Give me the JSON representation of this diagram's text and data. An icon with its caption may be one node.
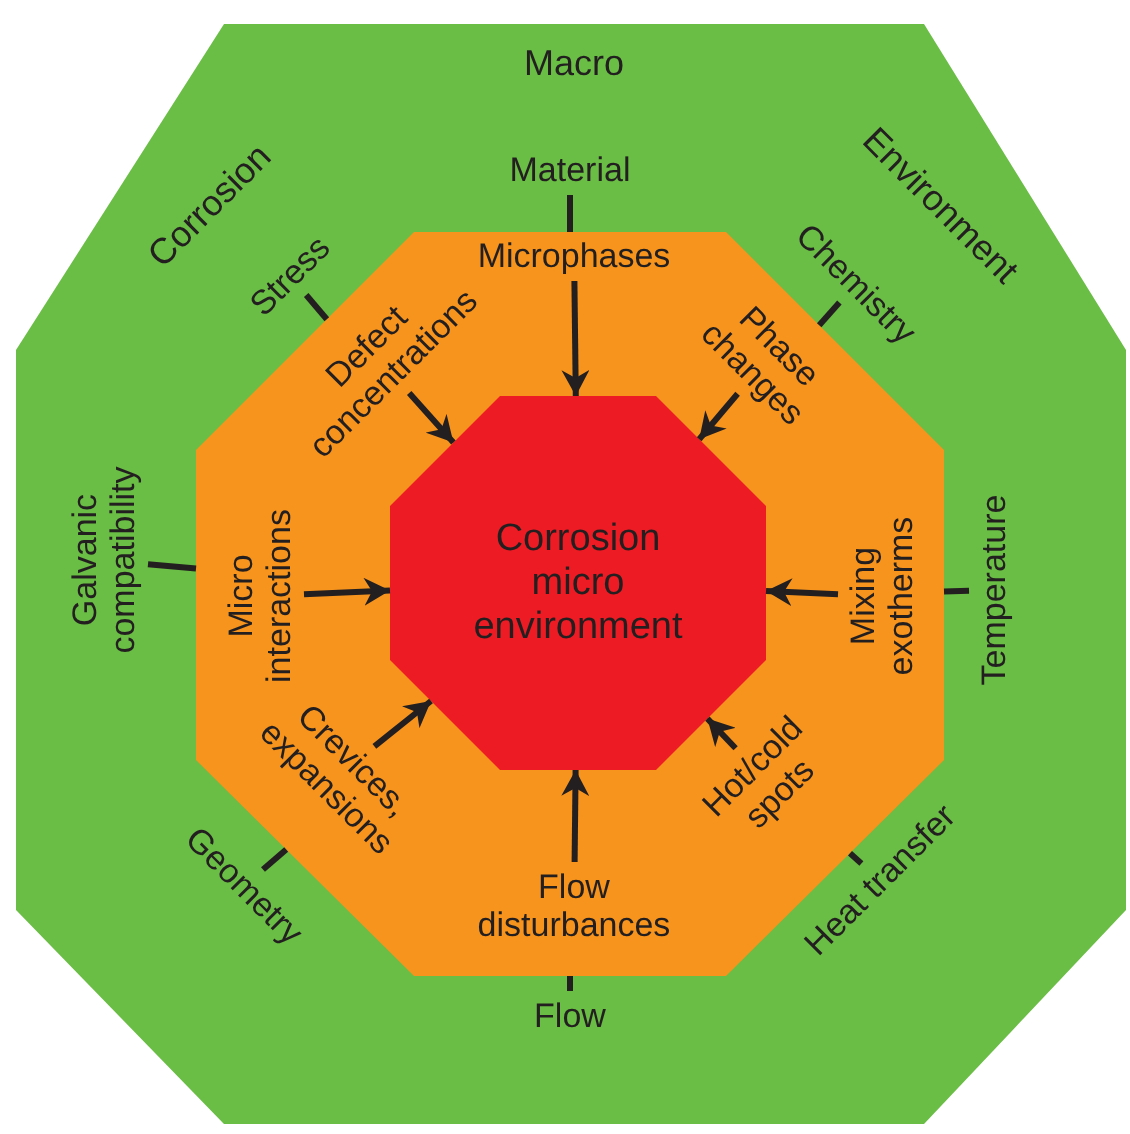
{
  "diagram": {
    "nodes": [
      {
        "text": [
          "Macro",
          "Corrosion",
          "Environment"
        ]
      },
      {
        "text": [],
        "shape": "octagon",
        "in": 0
      },
      {
        "text": [
          "Corrosion micro environment"
        ],
        "in": 1
      },
      {
        "text": [
          "Stress"
        ],
        "in": 0
      },
      {
        "text": [
          "Material"
        ],
        "in": 0
      },
      {
        "text": [
          "Chemistry"
        ],
        "in": 0
      },
      {
        "text": [
          "Galvanic compatibility"
        ],
        "in": 0
      },
      {
        "text": [
          "Temperature"
        ],
        "in": 0
      },
      {
        "text": [
          "Geometry"
        ],
        "in": 0
      },
      {
        "text": [
          "Flow"
        ],
        "in": 0
      },
      {
        "text": [
          "Heat transfer"
        ],
        "in": 0
      },
      {
        "text": [
          "Microphases"
        ],
        "in": 1
      },
      {
        "text": [
          "Defect concentrations"
        ],
        "in": 1
      },
      {
        "text": [
          "Phase changes"
        ],
        "in": 1
      },
      {
        "text": [
          "Micro interactions"
        ],
        "in": 1
      },
      {
        "text": [
          "Mixing exotherms"
        ],
        "in": 1
      },
      {
        "text": [
          "Crevices, expansions"
        ],
        "in": 1
      },
      {
        "text": [
          "Flow disturbances"
        ],
        "in": 1
      },
      {
        "text": [
          "Hot/cold spots"
        ],
        "in": 1
      }
    ],
    "edges": [
      {
        "from": 3,
        "to": 1,
        "arrow": "none"
      },
      {
        "from": 4,
        "to": 1,
        "arrow": "none"
      },
      {
        "from": 5,
        "to": 1,
        "arrow": "none"
      },
      {
        "from": 6,
        "to": 1,
        "arrow": "none"
      },
      {
        "from": 7,
        "to": 1,
        "arrow": "none"
      },
      {
        "from": 8,
        "to": 1,
        "arrow": "none"
      },
      {
        "from": 9,
        "to": 1,
        "arrow": "none"
      },
      {
        "from": 10,
        "to": 1,
        "arrow": "none"
      },
      {
        "from": 11,
        "to": 2,
        "arrow": "to"
      },
      {
        "from": 12,
        "to": 2,
        "arrow": "to"
      },
      {
        "from": 13,
        "to": 2,
        "arrow": "to"
      },
      {
        "from": 14,
        "to": 2,
        "arrow": "to"
      },
      {
        "from": 15,
        "to": 2,
        "arrow": "to"
      },
      {
        "from": 16,
        "to": 2,
        "arrow": "to"
      },
      {
        "from": 17,
        "to": 2,
        "arrow": "to"
      },
      {
        "from": 18,
        "to": 2,
        "arrow": "to"
      }
    ]
  }
}
